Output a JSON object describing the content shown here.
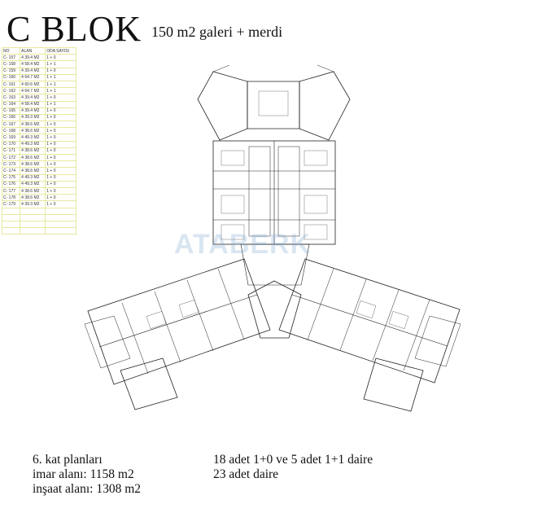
{
  "header": {
    "title": "C BLOK",
    "subtitle": "150 m2 galeri + merdi"
  },
  "table": {
    "headers": [
      "NO",
      "ALAN",
      "ODA SAYISI"
    ],
    "rows": [
      [
        "C- 157",
        "4 39.4 M2",
        "1 + 0"
      ],
      [
        "C- 158",
        "4 58.4 M2",
        "1 + 1"
      ],
      [
        "C- 159",
        "4 39.4 M2",
        "1 + 0"
      ],
      [
        "C- 160",
        "4 64.7 M2",
        "1 + 1"
      ],
      [
        "C- 161",
        "4 60.6 M2",
        "1 + 1"
      ],
      [
        "C- 162",
        "4 64.7 M2",
        "1 + 1"
      ],
      [
        "C- 163",
        "4 39.4 M2",
        "1 + 0"
      ],
      [
        "C- 164",
        "4 58.4 M2",
        "1 + 1"
      ],
      [
        "C- 165",
        "4 39.4 M2",
        "1 + 0"
      ],
      [
        "C- 166",
        "4 39.3 M2",
        "1 + 0"
      ],
      [
        "C- 167",
        "4 38.6 M2",
        "1 + 0"
      ],
      [
        "C- 168",
        "4 38.6 M2",
        "1 + 0"
      ],
      [
        "C- 169",
        "4 49.3 M2",
        "1 + 0"
      ],
      [
        "C- 170",
        "4 49.3 M2",
        "1 + 0"
      ],
      [
        "C- 171",
        "4 38.6 M2",
        "1 + 0"
      ],
      [
        "C- 172",
        "4 38.6 M2",
        "1 + 0"
      ],
      [
        "C- 173",
        "4 38.6 M2",
        "1 + 0"
      ],
      [
        "C- 174",
        "4 38.6 M2",
        "1 + 0"
      ],
      [
        "C- 175",
        "4 49.3 M2",
        "1 + 0"
      ],
      [
        "C- 176",
        "4 49.3 M2",
        "1 + 0"
      ],
      [
        "C- 177",
        "4 38.6 M2",
        "1 + 0"
      ],
      [
        "C- 178",
        "4 38.6 M2",
        "1 + 0"
      ],
      [
        "C- 179",
        "4 39.3 M2",
        "1 + 0"
      ]
    ]
  },
  "watermark": "ATABERK",
  "footer": {
    "floor": "6. kat planları",
    "imar": "imar alanı: 1158 m2",
    "insaat": "inşaat alanı: 1308 m2",
    "units_summary": "18 adet 1+0 ve 5 adet 1+1 daire",
    "units_total": "23 adet daire"
  }
}
